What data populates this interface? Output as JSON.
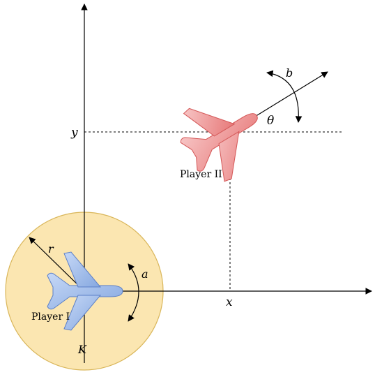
{
  "labels": {
    "y": "y",
    "x": "x",
    "r": "r",
    "a": "a",
    "b": "b",
    "theta": "θ",
    "k": "K",
    "player1": "Player I",
    "player2": "Player II"
  },
  "colors": {
    "circle_fill": "#fbe6b1",
    "circle_stroke": "#d9b65a",
    "plane1_fill": "#a9c3ec",
    "plane1_stroke": "#5b7fc7",
    "plane2_fill": "#f2a9a9",
    "plane2_stroke": "#d55a5a"
  }
}
